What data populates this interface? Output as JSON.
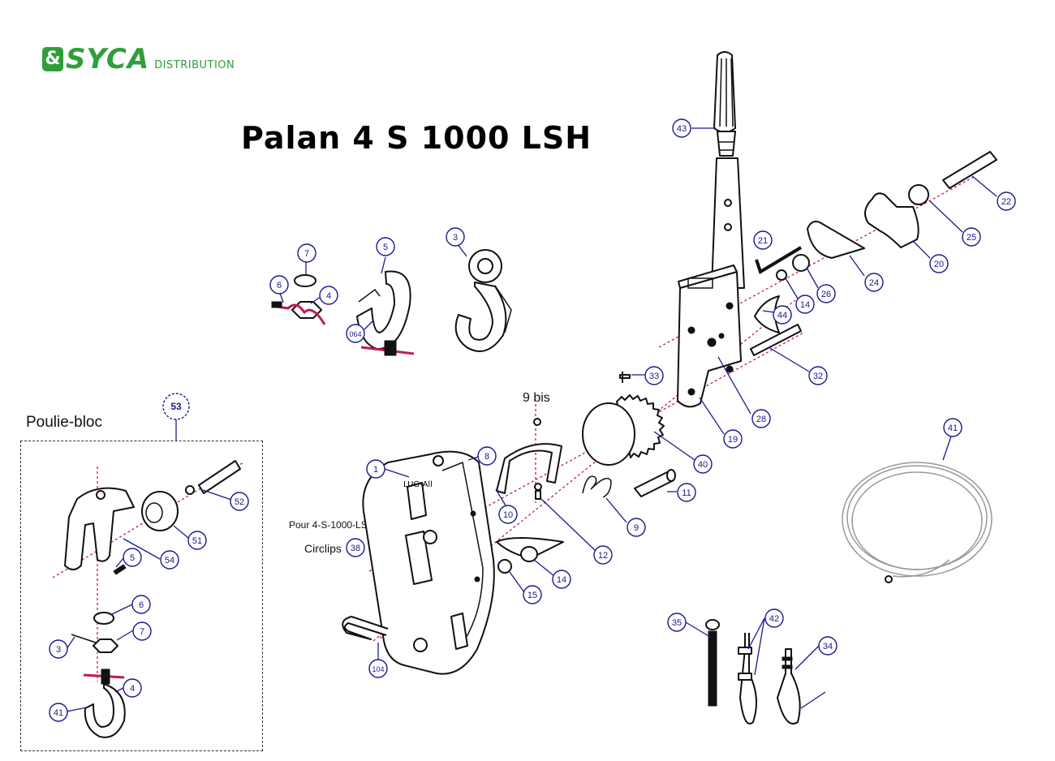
{
  "brand": {
    "mark": "&",
    "name": "SYCA",
    "sub": "DISTRIBUTION"
  },
  "title": "Palan 4 S 1000 LSH",
  "section_label": "Poulie-bloc",
  "notes": {
    "pour": "Pour 4-S-1000-LSH",
    "circlips": "Circlips",
    "nine_bis": "9 bis"
  },
  "colors": {
    "brand_green": "#2e9e3b",
    "callout_blue": "#1a1a8c",
    "axis_magenta": "#c2185b"
  },
  "callouts": [
    "43",
    "22",
    "21",
    "25",
    "20",
    "24",
    "26",
    "14",
    "44",
    "32",
    "33",
    "28",
    "19",
    "40",
    "1",
    "8",
    "10",
    "11",
    "9",
    "12",
    "14",
    "15",
    "104",
    "38",
    "3",
    "5",
    "7",
    "6",
    "4",
    "064",
    "53",
    "52",
    "51",
    "54",
    "5",
    "6",
    "7",
    "3",
    "4",
    "41",
    "41",
    "35",
    "42",
    "34"
  ]
}
